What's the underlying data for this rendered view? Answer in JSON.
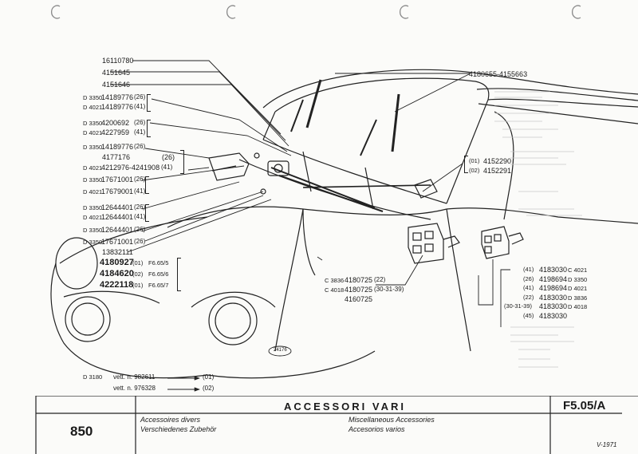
{
  "labels_left": [
    {
      "prefix": "",
      "code": "16110780",
      "suffix": ""
    },
    {
      "prefix": "",
      "code": "4151645",
      "suffix": ""
    },
    {
      "prefix": "",
      "code": "4151646",
      "suffix": ""
    },
    {
      "prefix": "D 3350",
      "code": "14189776",
      "suffix": "(26)"
    },
    {
      "prefix": "D 4021",
      "code": "14189776",
      "suffix": "(41)"
    },
    {
      "prefix": "D 3350",
      "code": "4200692",
      "suffix": "(26)"
    },
    {
      "prefix": "D 4021",
      "code": "4227959",
      "suffix": "(41)"
    },
    {
      "prefix": "D 3350",
      "code": "14189776",
      "suffix": "(26)"
    },
    {
      "prefix": "",
      "code": "4177176",
      "suffix": ""
    },
    {
      "prefix": "D 4021",
      "code": "4212976-4241908",
      "suffix": "(41)"
    },
    {
      "prefix": "D 3350",
      "code": "17671001",
      "suffix": "(26)"
    },
    {
      "prefix": "D 4021",
      "code": "17679001",
      "suffix": "(41)"
    },
    {
      "prefix": "D 3350",
      "code": "12644401",
      "suffix": "(26)"
    },
    {
      "prefix": "D 4021",
      "code": "12644401",
      "suffix": "(41)"
    },
    {
      "prefix": "D 3350",
      "code": "12644401",
      "suffix": "(26)"
    },
    {
      "prefix": "D 3350",
      "code": "17671001",
      "suffix": "(26)"
    },
    {
      "prefix": "",
      "code": "13832111",
      "suffix": ""
    }
  ],
  "label_26_extra": "(26)",
  "labels_big": [
    {
      "code": "4180927",
      "variant": "(01)",
      "ref": "F6.65/5"
    },
    {
      "code": "4184620",
      "variant": "(02)",
      "ref": "F6.65/6"
    },
    {
      "code": "4222118",
      "variant": "(01)",
      "ref": "F6.65/7"
    }
  ],
  "wiper_top": "4180655-4155663",
  "wiper_right": [
    {
      "variant": "(01)",
      "code": "4152290"
    },
    {
      "variant": "(02)",
      "code": "4152291"
    }
  ],
  "switch_center": [
    {
      "prefix": "C 3836",
      "code": "4180725",
      "suffix": "(22)"
    },
    {
      "prefix": "C 4018",
      "code": "4180725",
      "suffix": "(30-31-39)"
    },
    {
      "prefix": "",
      "code": "4160725",
      "suffix": ""
    }
  ],
  "switch_right": [
    {
      "variant": "(41)",
      "code": "4183030",
      "suffix": "C 4021"
    },
    {
      "variant": "(26)",
      "code": "4198694",
      "suffix": "D 3350"
    },
    {
      "variant": "(41)",
      "code": "4198694",
      "suffix": "D 4021"
    },
    {
      "variant": "(22)",
      "code": "4183030",
      "suffix": "D 3836"
    },
    {
      "variant": "(30-31-39)",
      "code": "4183030",
      "suffix": "D 4018"
    },
    {
      "variant": "(45)",
      "code": "4183030",
      "suffix": ""
    }
  ],
  "drawing_number": "24176",
  "vehicle_notes": [
    {
      "prefix": "D 3180",
      "text": "vett. n. 982611",
      "variant": "(01)"
    },
    {
      "prefix": "",
      "text": "vett. n. 976328",
      "variant": "(02)"
    }
  ],
  "footer": {
    "model": "850",
    "title": "ACCESSORI VARI",
    "fr": "Accessoires divers",
    "de": "Verschiedenes Zubehör",
    "en": "Miscellaneous Accessories",
    "es": "Accesorios varios",
    "ref": "F5.05/A",
    "date": "V-1971"
  }
}
